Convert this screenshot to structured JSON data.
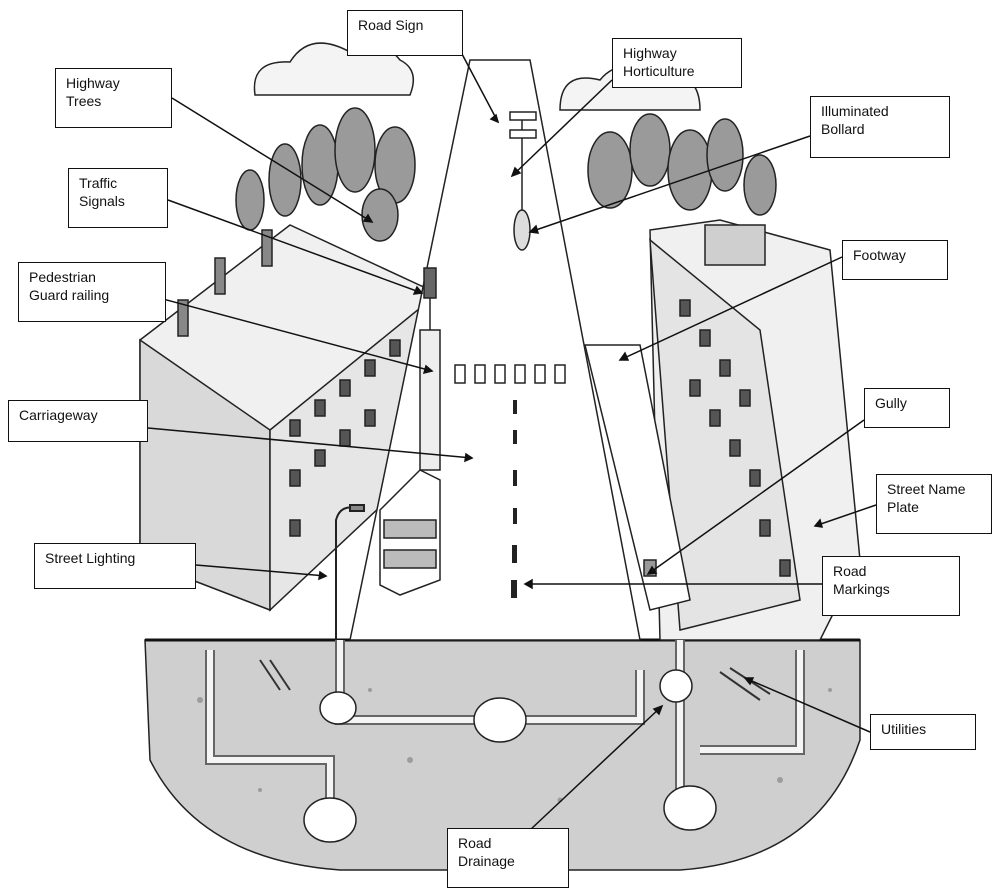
{
  "labels": {
    "road_sign": [
      "Road Sign"
    ],
    "highway_horticulture": [
      "Highway",
      "Horticulture"
    ],
    "highway_trees": [
      "Highway",
      "Trees"
    ],
    "illuminated_bollard": [
      "Illuminated",
      "Bollard"
    ],
    "traffic_signals": [
      "Traffic",
      "Signals"
    ],
    "footway": [
      "Footway"
    ],
    "pedestrian_guard_railing": [
      "Pedestrian",
      "Guard railing"
    ],
    "carriageway": [
      "Carriageway"
    ],
    "gully": [
      "Gully"
    ],
    "street_name_plate": [
      "Street Name",
      "Plate"
    ],
    "street_lighting": [
      "Street Lighting"
    ],
    "road_markings": [
      "Road",
      "Markings"
    ],
    "utilities": [
      "Utilities"
    ],
    "road_drainage": [
      "Road",
      "Drainage"
    ]
  },
  "colors": {
    "ink": "#111111",
    "ground": "#cfcfcf",
    "sky": "#ffffff",
    "building": "#d9d9d9",
    "tree": "#9a9a9a"
  }
}
